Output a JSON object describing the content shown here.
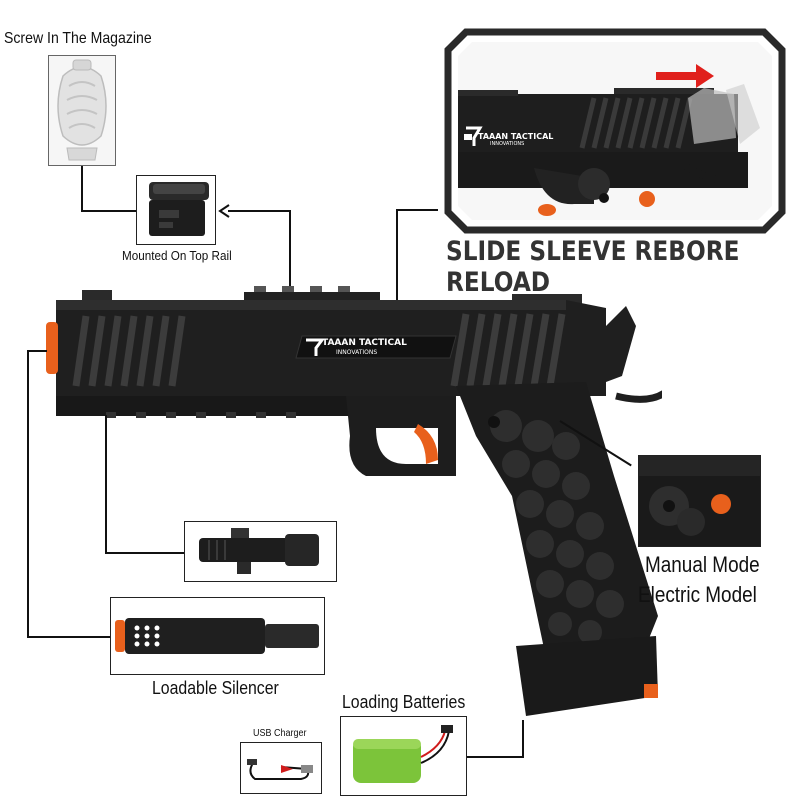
{
  "labels": {
    "screw_magazine": "Screw In The Magazine",
    "mounted_top_rail": "Mounted On Top Rail",
    "slide_sleeve": "SLIDE SLEEVE REBORE RELOAD",
    "manual_mode": "Manual Mode",
    "electric_model": "Electric Model",
    "loadable_silencer": "Loadable Silencer",
    "loading_batteries": "Loading Batteries",
    "usb_charger": "USB Charger"
  },
  "branding": {
    "brand_name": "TAAAN TACTICAL",
    "brand_sub": "INNOVATIONS"
  },
  "colors": {
    "body": "#1c1c1c",
    "accent_orange": "#e8601c",
    "arrow_red": "#e0201c",
    "battery_green": "#7cc43a",
    "frame_dark": "#2a2a2a"
  }
}
